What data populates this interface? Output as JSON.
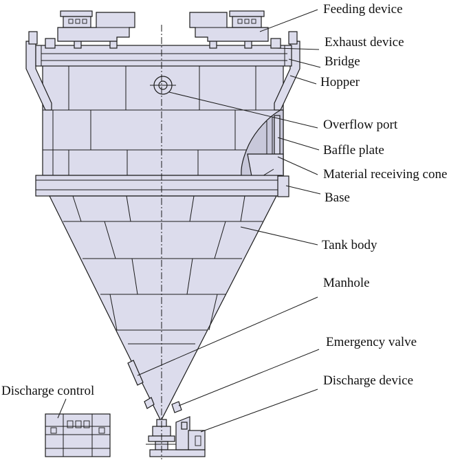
{
  "labels": {
    "feeding_device": "Feeding device",
    "exhaust_device": "Exhaust device",
    "bridge": "Bridge",
    "hopper": "Hopper",
    "overflow_port": "Overflow port",
    "baffle_plate": "Baffle plate",
    "material_receiving_cone": "Material receiving cone",
    "base": "Base",
    "tank_body": "Tank body",
    "manhole": "Manhole",
    "emergency_valve": "Emergency valve",
    "discharge_device": "Discharge device",
    "discharge_control": "Discharge control"
  },
  "colors": {
    "part_fill": "#dcdcec",
    "part_fill_dark": "#c8c8da",
    "stroke": "#1a1a1a",
    "background": "#ffffff"
  }
}
